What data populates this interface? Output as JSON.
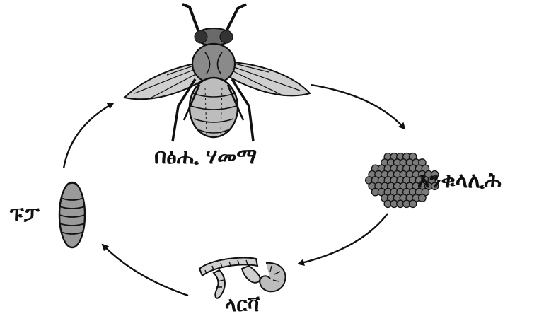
{
  "diagram": {
    "stages": {
      "adult": {
        "label": "በፅሒ ሃመማ",
        "icon": "adult-fly-icon"
      },
      "eggs": {
        "label": "እንቁላሊሕ",
        "icon": "egg-cluster-icon"
      },
      "larva": {
        "label": "ላርቫ",
        "icon": "larvae-icon"
      },
      "pupa": {
        "label": "ፑፓ",
        "icon": "pupa-icon"
      }
    },
    "cycle_order": [
      "adult",
      "eggs",
      "larva",
      "pupa"
    ],
    "ink_color": "#111111"
  }
}
